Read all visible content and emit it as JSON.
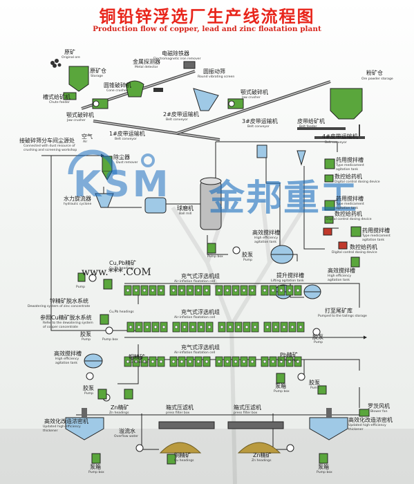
{
  "title_cn": "铜铅锌浮选厂生产线流程图",
  "title_en": "Production flow of copper, lead and zinc floatation plant",
  "watermark": {
    "logo_text": "KSM",
    "company_cn": "金邦重工",
    "url": "www.***.COM",
    "color": "#1e6fbf"
  },
  "colors": {
    "title": "#e8251b",
    "cell": "#5aa63c",
    "machine": "#5aa63c",
    "line": "#222222",
    "belt": "#555555"
  },
  "labels": {
    "raw_ore_cn": "原矿",
    "raw_ore_en": "Original ore",
    "raw_bin_cn": "原矿仓",
    "raw_bin_en": "Storage",
    "metal_det_cn": "金属探测器",
    "metal_det_en": "Metal detector",
    "mag_sep_cn": "电磁除铁器",
    "mag_sep_en": "Electromagnetic iron remover",
    "cone_cn": "圆锥破碎机",
    "cone_en": "Cone crusher",
    "screen_cn": "圆振动筛",
    "screen_en": "Round vibrating screen",
    "ore_bin_cn": "粉矿仓",
    "ore_bin_en": "Ore powder storage",
    "chute_cn": "槽式给矿机",
    "chute_en": "Chute feeder",
    "jaw1_cn": "颚式破碎机",
    "jaw1_en": "Jaw crusher",
    "jaw2_cn": "颚式破碎机",
    "jaw2_en": "Jaw crusher",
    "belt2_cn": "2#皮带运输机",
    "belt2_en": "Belt conveyor",
    "belt1_cn": "1#皮带运输机",
    "belt1_en": "Belt conveyor",
    "belt3_cn": "3#皮带运输机",
    "belt3_en": "Belt conveyor",
    "belt_feeder_cn": "皮带给矿机",
    "belt_feeder_en": "Belt feeder",
    "belt4_cn": "4#皮带运输机",
    "belt4_en": "Belt conveyor",
    "air_cn": "空气",
    "air_en": "Air",
    "dust_link_cn": "接破碎筛分车间尘源处",
    "dust_link_en1": "Connected with dust resource of",
    "dust_link_en2": "crushing and screening workshop",
    "dust_cn": "除尘器",
    "dust_en": "Dust remover",
    "cyclone_cn": "水力旋流器",
    "cyclone_en": "hydraulic cyclone",
    "ball_cn": "球磨机",
    "ball_en": "Ball mill",
    "reag1_cn": "药用搅拌槽",
    "reag1_en1": "Type medicament",
    "reag1_en2": "agitation tank",
    "dose1_cn": "数控给药机",
    "dose1_en": "Digital control dosing device",
    "reag2_cn": "药用搅拌槽",
    "reag2_en1": "Type medicament",
    "reag2_en2": "agitation tank",
    "dose2_cn": "数控给药机",
    "dose2_en": "Digital control dosing device",
    "reag3_cn": "药用搅拌槽",
    "reag3_en1": "Type medicament",
    "reag3_en2": "agitation tank",
    "dose3_cn": "数控给药机",
    "dose3_en": "Digital control dosing device",
    "agit1_cn": "高效搅拌槽",
    "agit1_en1": "High efficiency",
    "agit1_en2": "agitation tank",
    "pump_cn": "胶泵",
    "pump_en": "Pump",
    "pumpbox_cn": "泵箱",
    "pumpbox_en": "Pump box",
    "cupb_cn": "Cu,Pb精矿",
    "cupb_en": "Cu,Pb headings",
    "lift_cn": "提升搅拌槽",
    "lift_en": "Lifting agitation tank",
    "agit2_cn": "高效搅拌槽",
    "agit2_en1": "High efficiency",
    "agit2_en2": "agitation tank",
    "flot1_cn": "充气式浮选机组",
    "flot1_en": "Air-inflation floatation cell",
    "zn_dew_cn": "锌精矿脱水系统",
    "zn_dew_en": "Dewatering system of zinc concentrate",
    "cu_dew_cn": "参照Cu精矿脱水系统",
    "cu_dew_en1": "Refer to the dewatering system",
    "cu_dew_en2": "of copper concentrate",
    "cupb_hd_en": "Cu,Pb headings",
    "flot2_cn": "充气式浮选机组",
    "flot2_en": "Air-inflation floatation cell",
    "tail_cn": "打至尾矿库",
    "tail_en": "Pumped to the tailings storage",
    "flot3_cn": "充气式浮选机组",
    "flot3_en": "Air-inflation floatation cell",
    "cu_cn": "铜精矿",
    "cu_en": "Cu headings",
    "pb_cn": "Pb精矿",
    "pb_en": "Pb headings",
    "agit3_cn": "高效搅拌槽",
    "agit3_en1": "High efficiency",
    "agit3_en2": "agitation tank",
    "zn_cn": "Zn精矿",
    "zn_en": "Zn headings",
    "roots_cn": "罗茨风机",
    "roots_en": "Blower fan",
    "press1_cn": "箱式压滤机",
    "press1_en": "press filter box",
    "press2_cn": "箱式压滤机",
    "press2_en": "press filter box",
    "thick1_cn": "高效化改造浓密机",
    "thick1_en1": "Updated high-efficiency",
    "thick1_en2": "thickener",
    "thick2_cn": "高效化改造浓密机",
    "thick2_en1": "Updated high-efficiency",
    "thick2_en2": "thickener",
    "overflow_cn": "溢流水",
    "overflow_en": "Overflow water",
    "cuhd_cn": "铜精矿",
    "cuhd_en": "Cu headings",
    "znhd_cn": "Zn精矿",
    "znhd_en": "Zn headings"
  }
}
